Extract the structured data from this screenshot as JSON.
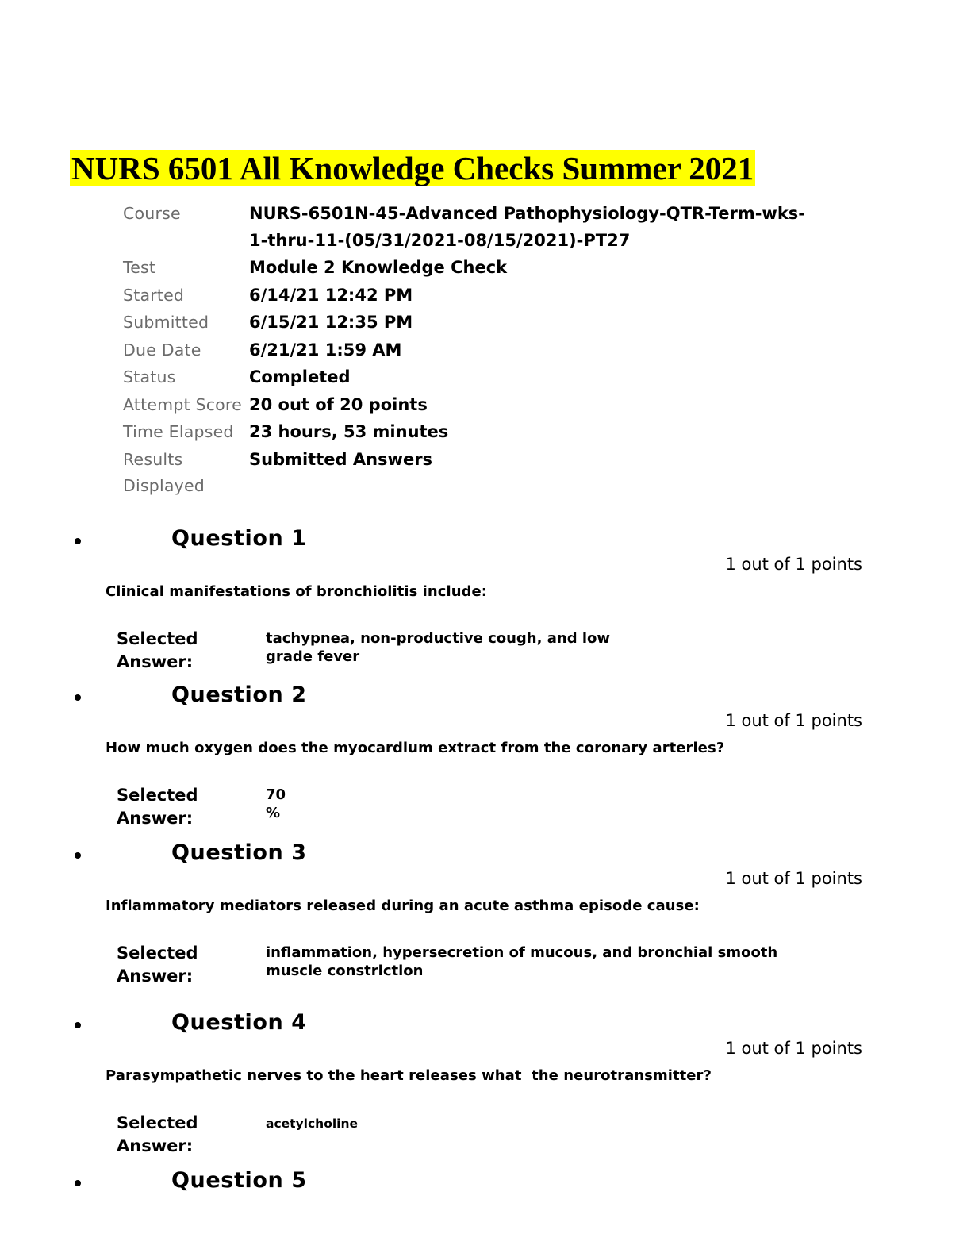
{
  "document": {
    "title": "NURS 6501 All Knowledge Checks Summer 2021",
    "highlight_color": "#ffff00",
    "label_color": "#6b6b6b",
    "text_color": "#000000"
  },
  "metadata": {
    "rows": [
      {
        "label": "Course",
        "value": "NURS-6501N-45-Advanced Pathophysiology-QTR-Term-wks-1-thru-11-(05/31/2021-08/15/2021)-PT27"
      },
      {
        "label": "Test",
        "value": "Module 2 Knowledge Check"
      },
      {
        "label": "Started",
        "value": "6/14/21 12:42 PM"
      },
      {
        "label": "Submitted",
        "value": "6/15/21 12:35 PM"
      },
      {
        "label": "Due Date",
        "value": "6/21/21 1:59 AM"
      },
      {
        "label": "Status",
        "value": "Completed"
      },
      {
        "label": "Attempt Score",
        "value": "20 out of 20 points"
      },
      {
        "label": "Time Elapsed",
        "value": "23 hours, 53 minutes"
      },
      {
        "label": "Results Displayed",
        "value": "Submitted Answers"
      }
    ]
  },
  "questions": [
    {
      "title": "Question 1",
      "points": "1 out of 1 points",
      "text": "Clinical manifestations of bronchiolitis include:",
      "answer_label": "Selected Answer:",
      "answer_value": "tachypnea, non-productive cough, and low\ngrade fever"
    },
    {
      "title": "Question 2",
      "points": "1 out of 1 points",
      "text": "How much oxygen does the myocardium extract from the coronary arteries?",
      "answer_label": "Selected Answer:",
      "answer_value": "70\n%"
    },
    {
      "title": "Question 3",
      "points": "1 out of 1 points",
      "text": "Inflammatory mediators released during an acute asthma episode cause:",
      "answer_label": "Selected Answer:",
      "answer_value": "inflammation, hypersecretion of mucous, and bronchial smooth\nmuscle constriction"
    },
    {
      "title": "Question 4",
      "points": "1 out of 1 points",
      "text": "Parasympathetic nerves to the heart releases what  the neurotransmitter?",
      "answer_label": "Selected Answer:",
      "answer_value": "acetylcholine"
    },
    {
      "title": "Question 5",
      "points": "",
      "text": "",
      "answer_label": "",
      "answer_value": ""
    }
  ]
}
